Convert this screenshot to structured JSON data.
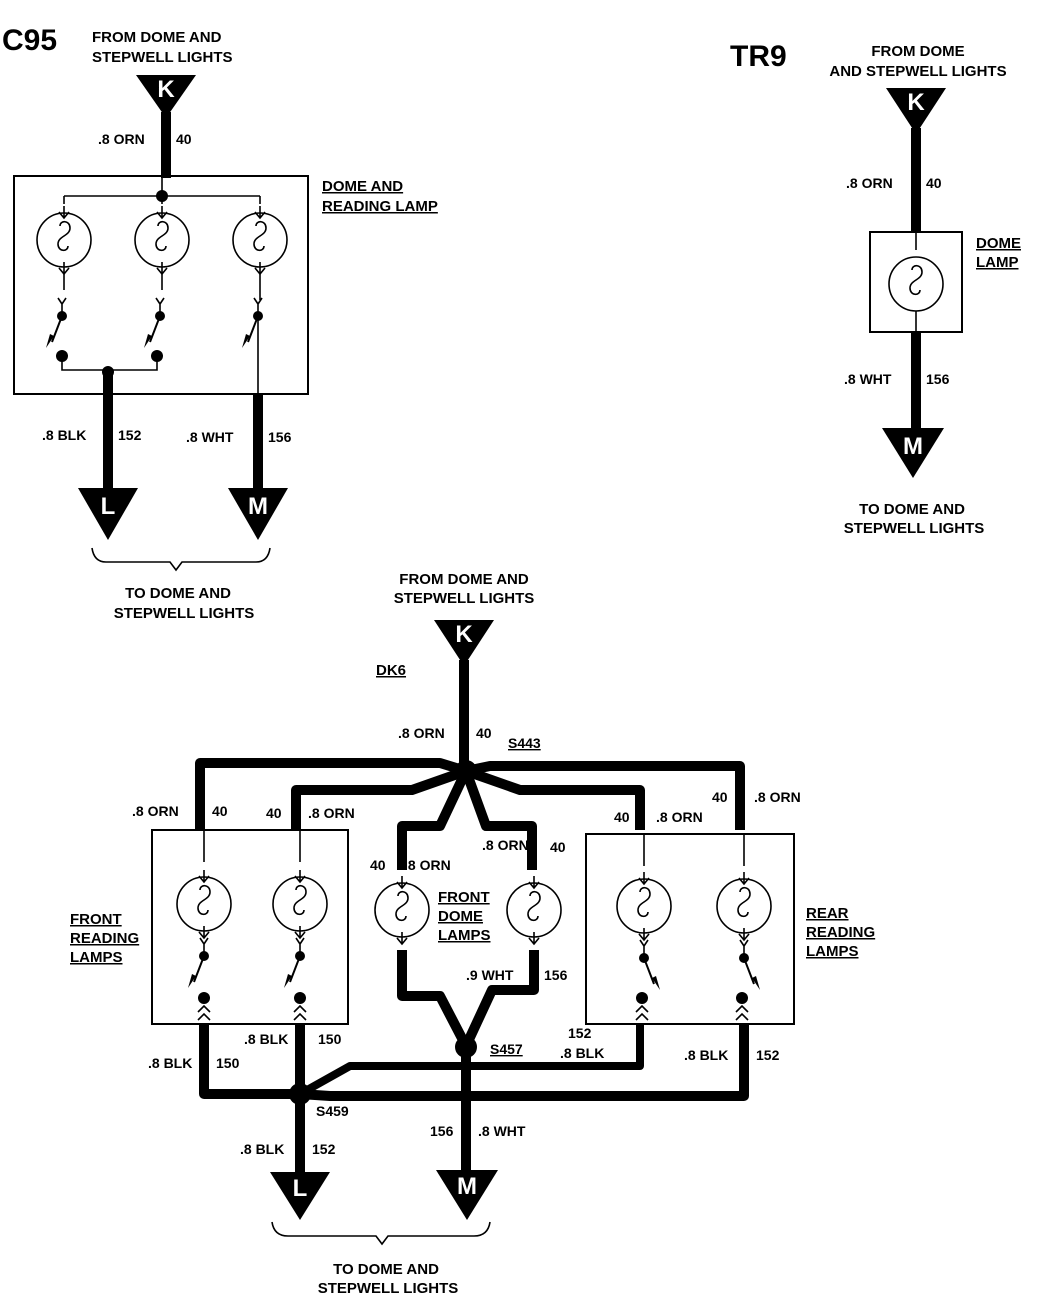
{
  "c95": {
    "title": "C95",
    "from_line1": "FROM DOME AND",
    "from_line2": "STEPWELL LIGHTS",
    "conn_in": "K",
    "in_wire": ".8 ORN",
    "in_circuit": "40",
    "lamp_label1": "DOME AND",
    "lamp_label2": "READING LAMP",
    "out1_wire": ".8 BLK",
    "out1_circuit": "152",
    "out2_wire": ".8 WHT",
    "out2_circuit": "156",
    "conn_out1": "L",
    "conn_out2": "M",
    "to_line1": "TO DOME AND",
    "to_line2": "STEPWELL LIGHTS"
  },
  "tr9": {
    "title": "TR9",
    "from_line1": "FROM DOME",
    "from_line2": "AND STEPWELL LIGHTS",
    "conn_in": "K",
    "in_wire": ".8 ORN",
    "in_circuit": "40",
    "lamp_label1": "DOME",
    "lamp_label2": "LAMP",
    "out_wire": ".8 WHT",
    "out_circuit": "156",
    "conn_out": "M",
    "to_line1": "TO DOME AND",
    "to_line2": "STEPWELL LIGHTS"
  },
  "dk6": {
    "title": "DK6",
    "from_line1": "FROM DOME AND",
    "from_line2": "STEPWELL LIGHTS",
    "conn_in": "K",
    "in_wire": ".8 ORN",
    "in_circuit": "40",
    "splice_top": "S443",
    "splice_mid": "S457",
    "splice_bot": "S459",
    "orn": ".8 ORN",
    "c40": "40",
    "blk": ".8 BLK",
    "c150": "150",
    "c152": "152",
    "wht": ".9 WHT",
    "wht2": ".8 WHT",
    "c156": "156",
    "front_reading1": "FRONT",
    "front_reading2": "READING",
    "front_reading3": "LAMPS",
    "front_dome1": "FRONT",
    "front_dome2": "DOME",
    "front_dome3": "LAMPS",
    "rear_reading1": "REAR",
    "rear_reading2": "READING",
    "rear_reading3": "LAMPS",
    "conn_out1": "L",
    "conn_out2": "M",
    "to_line1": "TO DOME AND",
    "to_line2": "STEPWELL LIGHTS"
  }
}
